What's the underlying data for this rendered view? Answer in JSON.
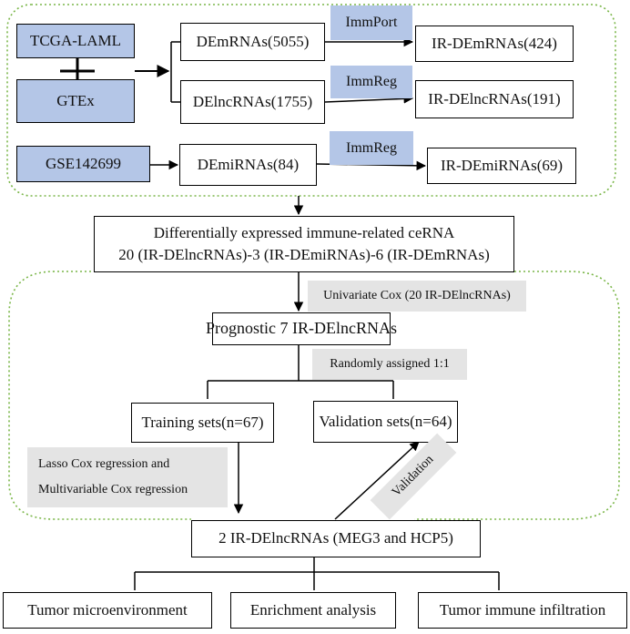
{
  "sources": {
    "tcga": "TCGA-LAML",
    "gtex": "GTEx",
    "geo": "GSE142699"
  },
  "de": {
    "mrna": "DEmRNAs(5055)",
    "lncrna": "DElncRNAs(1755)",
    "mirna": "DEmiRNAs(84)"
  },
  "databases": {
    "mrna_db": "ImmPort",
    "lncrna_db": "ImmReg",
    "mirna_db": "ImmReg"
  },
  "ir": {
    "mrna": "IR-DEmRNAs(424)",
    "lncrna": "IR-DElncRNAs(191)",
    "mirna": "IR-DEmiRNAs(69)"
  },
  "cerna": {
    "line1": "Differentially expressed immune-related ceRNA",
    "line2": "20 (IR-DElncRNAs)-3 (IR-DEmiRNAs)-6 (IR-DEmRNAs)"
  },
  "steps": {
    "univariate": "Univariate Cox (20 IR-DElncRNAs)",
    "prognostic": "Prognostic 7 IR-DElncRNAs",
    "random": "Randomly assigned 1:1",
    "training": "Training sets(n=67)",
    "validation_sets": "Validation sets(n=64)",
    "lasso_line1": "Lasso Cox regression and",
    "lasso_line2": "Multivariable Cox regression",
    "validation": "Validation",
    "final": "2 IR-DElncRNAs (MEG3  and  HCP5)"
  },
  "outputs": {
    "tme": "Tumor  microenvironment",
    "enrichment": "Enrichment analysis",
    "infiltration": "Tumor immune infiltration"
  },
  "colors": {
    "blue_fill": "#b4c6e7",
    "grey_fill": "#e4e4e4",
    "dotted_border": "#7ab648",
    "line": "#000000"
  }
}
